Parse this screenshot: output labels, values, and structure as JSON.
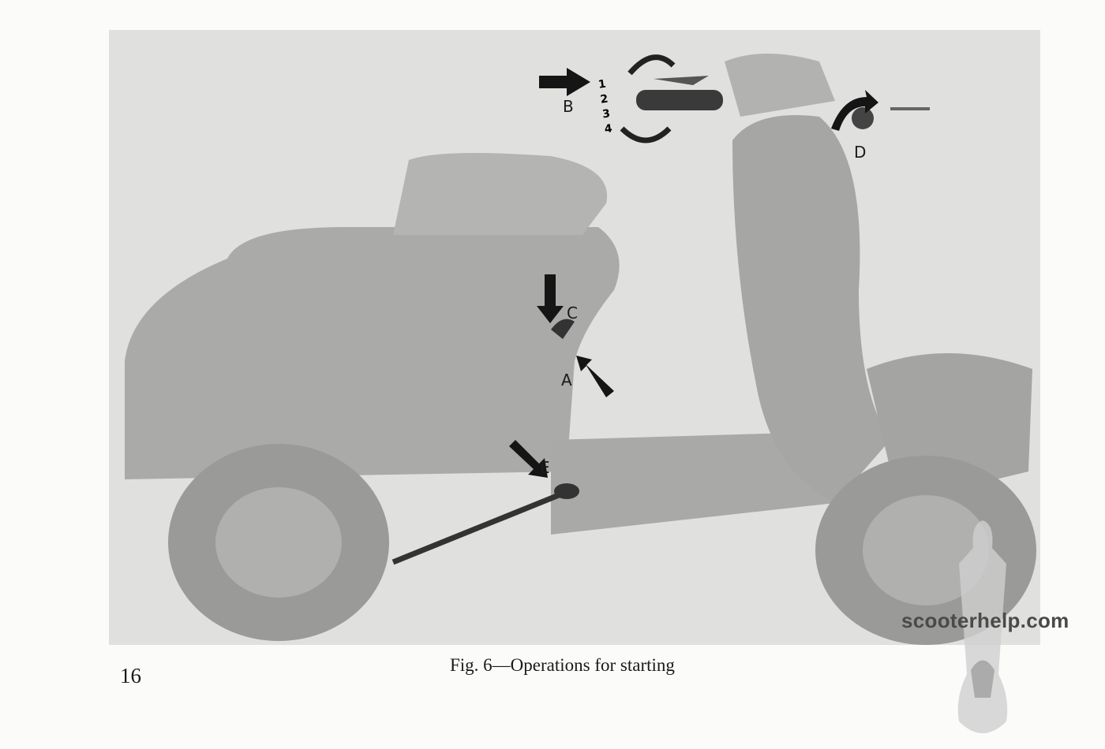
{
  "figure": {
    "labels": {
      "a": "A",
      "b": "B",
      "c": "C",
      "d": "D",
      "e": "E"
    },
    "gear_numbers": [
      "1",
      "2",
      "3",
      "4"
    ],
    "caption": "Fig. 6—Operations for starting"
  },
  "page_number": "16",
  "watermark": "scooterhelp.com"
}
